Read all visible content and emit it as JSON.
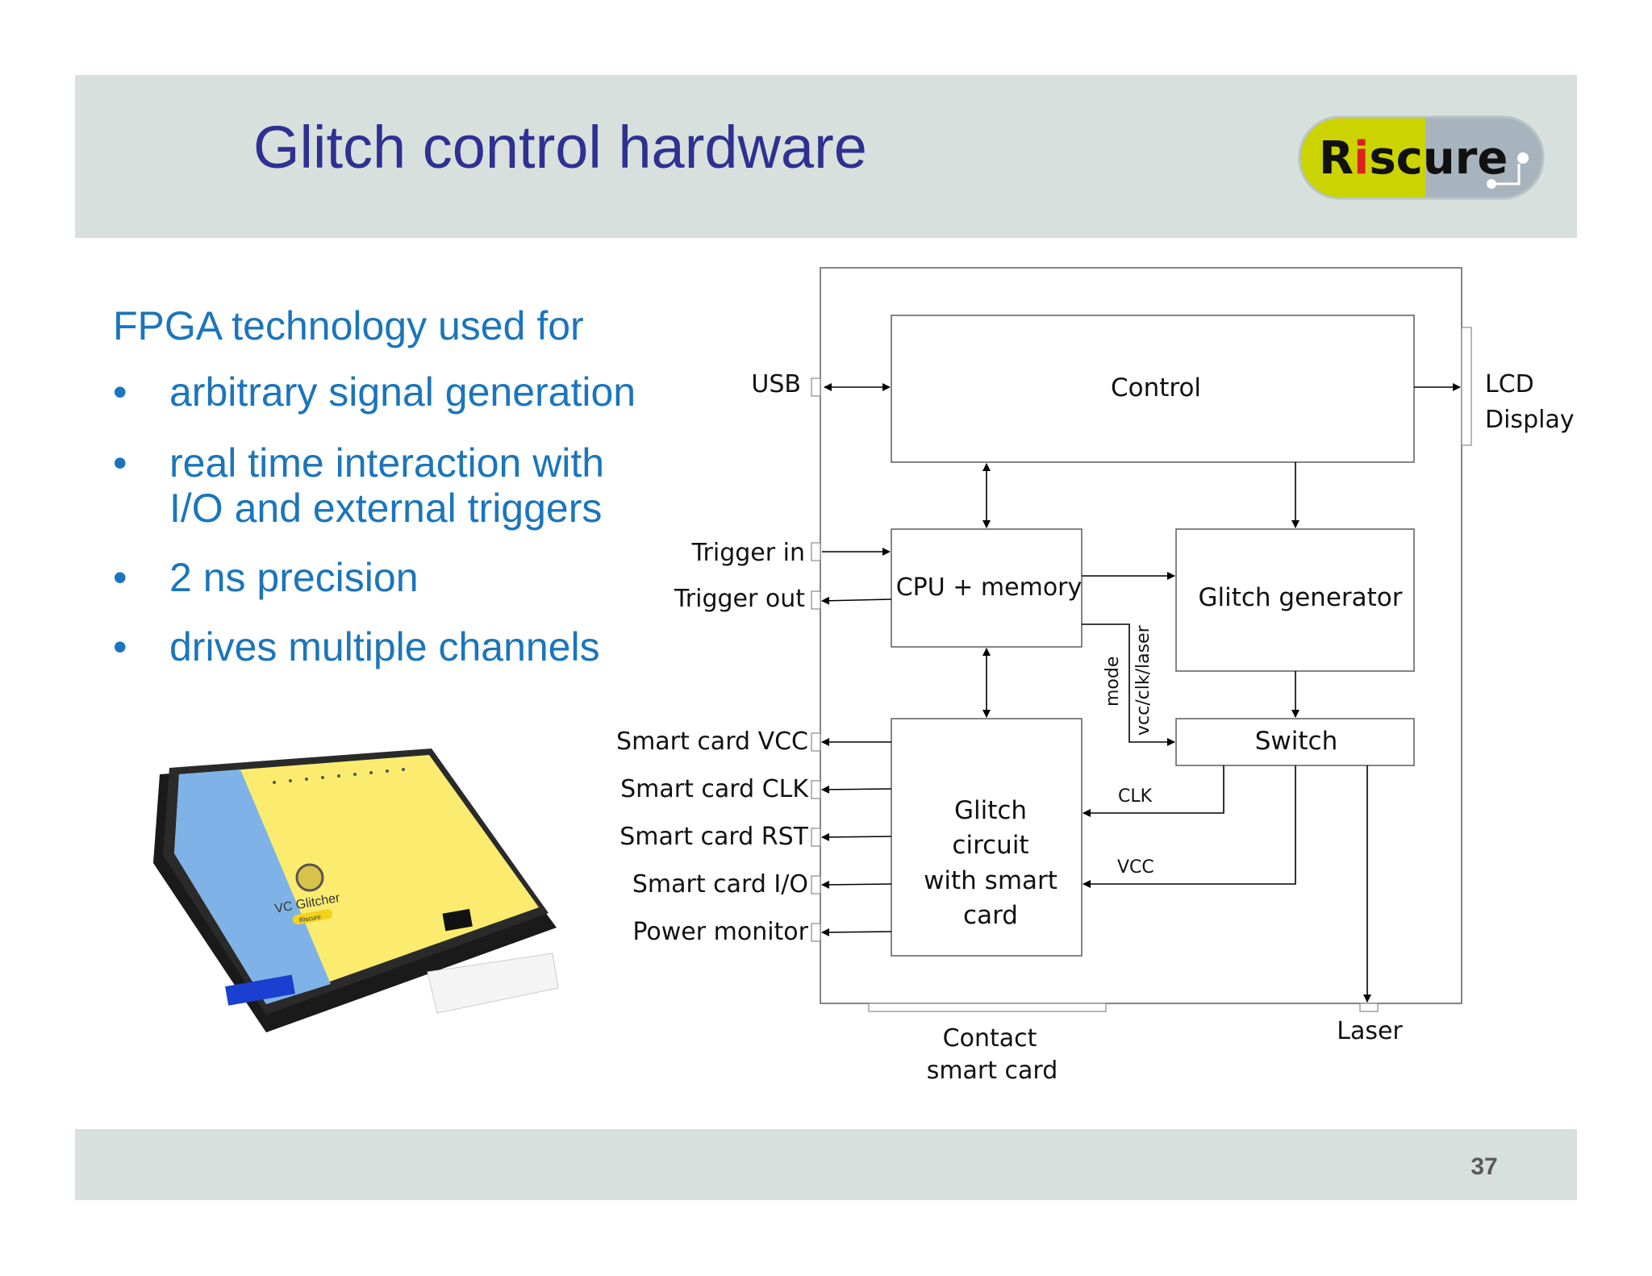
{
  "slide": {
    "title": "Glitch control hardware",
    "page_number": "37",
    "logo_text": {
      "prefix": "R",
      "i": "i",
      "middle": "sc",
      "suffix": "ure"
    }
  },
  "left": {
    "intro": "FPGA technology used  for",
    "bullet_symbol": "•",
    "bullets": [
      {
        "text": "arbitrary signal generation"
      },
      {
        "text": "real time interaction with I/O and external triggers"
      },
      {
        "text": "2 ns precision"
      },
      {
        "text": "drives multiple channels"
      }
    ]
  },
  "device_image": {
    "brand_label": "VC Glitcher",
    "small_badge": "Riscure"
  },
  "diagram": {
    "blocks": {
      "control": "Control",
      "cpu_memory": "CPU + memory",
      "glitch_generator": "Glitch generator",
      "switch": "Switch",
      "glitch_circuit": [
        "Glitch",
        "circuit",
        "with smart",
        "card"
      ]
    },
    "ports_left": {
      "usb": "USB",
      "trigger_in": "Trigger in",
      "trigger_out": "Trigger out",
      "sc_vcc": "Smart card VCC",
      "sc_clk": "Smart card CLK",
      "sc_rst": "Smart card RST",
      "sc_io": "Smart card I/O",
      "power_monitor": "Power monitor"
    },
    "lcd": [
      "LCD",
      "Display"
    ],
    "contact": [
      "Contact",
      "smart card"
    ],
    "laser": "Laser",
    "signals": {
      "mode": "mode",
      "vcc_clk_laser": "vcc/clk/laser",
      "clk": "CLK",
      "vcc": "VCC"
    }
  }
}
